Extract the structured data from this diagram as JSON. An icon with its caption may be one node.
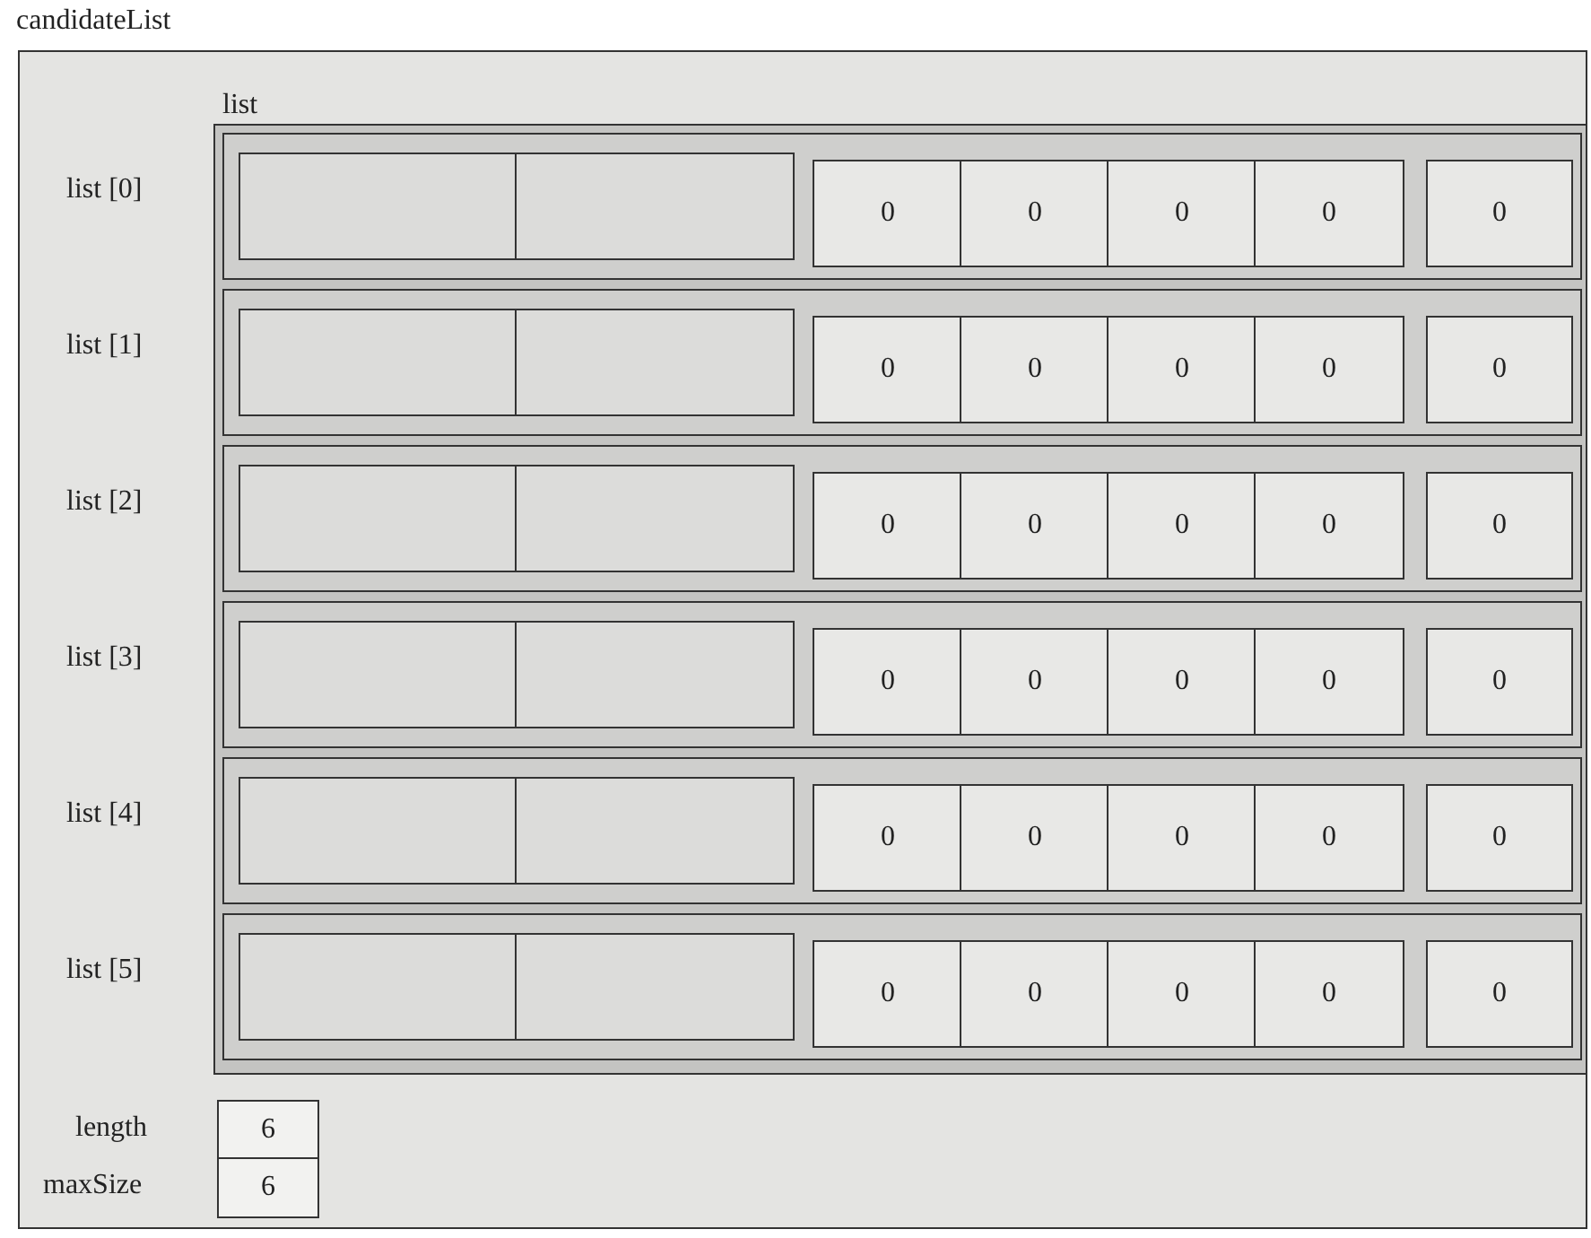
{
  "diagram": {
    "nodes": [
      {
        "text": [
          "candidateList"
        ]
      },
      {
        "text": [
          "list"
        ],
        "in": 0
      },
      {
        "text": [
          "list [0]"
        ],
        "in": 1
      },
      {
        "text": [],
        "shape": "box",
        "in": 2
      },
      {
        "text": [],
        "shape": "box",
        "in": 2
      },
      {
        "text": [
          "0"
        ],
        "in": 2
      },
      {
        "text": [
          "0"
        ],
        "in": 2
      },
      {
        "text": [
          "0"
        ],
        "in": 2
      },
      {
        "text": [
          "0"
        ],
        "in": 2
      },
      {
        "text": [
          "0"
        ],
        "in": 2
      },
      {
        "text": [
          "list [1]"
        ],
        "in": 1
      },
      {
        "text": [],
        "shape": "box",
        "in": 10
      },
      {
        "text": [],
        "shape": "box",
        "in": 10
      },
      {
        "text": [
          "0"
        ],
        "in": 10
      },
      {
        "text": [
          "0"
        ],
        "in": 10
      },
      {
        "text": [
          "0"
        ],
        "in": 10
      },
      {
        "text": [
          "0"
        ],
        "in": 10
      },
      {
        "text": [
          "0"
        ],
        "in": 10
      },
      {
        "text": [
          "list [2]"
        ],
        "in": 1
      },
      {
        "text": [],
        "shape": "box",
        "in": 18
      },
      {
        "text": [],
        "shape": "box",
        "in": 18
      },
      {
        "text": [
          "0"
        ],
        "in": 18
      },
      {
        "text": [
          "0"
        ],
        "in": 18
      },
      {
        "text": [
          "0"
        ],
        "in": 18
      },
      {
        "text": [
          "0"
        ],
        "in": 18
      },
      {
        "text": [
          "0"
        ],
        "in": 18
      },
      {
        "text": [
          "list [3]"
        ],
        "in": 1
      },
      {
        "text": [],
        "shape": "box",
        "in": 26
      },
      {
        "text": [],
        "shape": "box",
        "in": 26
      },
      {
        "text": [
          "0"
        ],
        "in": 26
      },
      {
        "text": [
          "0"
        ],
        "in": 26
      },
      {
        "text": [
          "0"
        ],
        "in": 26
      },
      {
        "text": [
          "0"
        ],
        "in": 26
      },
      {
        "text": [
          "0"
        ],
        "in": 26
      },
      {
        "text": [
          "list [4]"
        ],
        "in": 1
      },
      {
        "text": [],
        "shape": "box",
        "in": 34
      },
      {
        "text": [],
        "shape": "box",
        "in": 34
      },
      {
        "text": [
          "0"
        ],
        "in": 34
      },
      {
        "text": [
          "0"
        ],
        "in": 34
      },
      {
        "text": [
          "0"
        ],
        "in": 34
      },
      {
        "text": [
          "0"
        ],
        "in": 34
      },
      {
        "text": [
          "0"
        ],
        "in": 34
      },
      {
        "text": [
          "list [5]"
        ],
        "in": 1
      },
      {
        "text": [],
        "shape": "box",
        "in": 42
      },
      {
        "text": [],
        "shape": "box",
        "in": 42
      },
      {
        "text": [
          "0"
        ],
        "in": 42
      },
      {
        "text": [
          "0"
        ],
        "in": 42
      },
      {
        "text": [
          "0"
        ],
        "in": 42
      },
      {
        "text": [
          "0"
        ],
        "in": 42
      },
      {
        "text": [
          "0"
        ],
        "in": 42
      },
      {
        "text": [
          "6"
        ],
        "beside": [
          "length"
        ],
        "in": 0
      },
      {
        "text": [
          "6"
        ],
        "beside": [
          "maxSize"
        ],
        "in": 0
      }
    ]
  }
}
